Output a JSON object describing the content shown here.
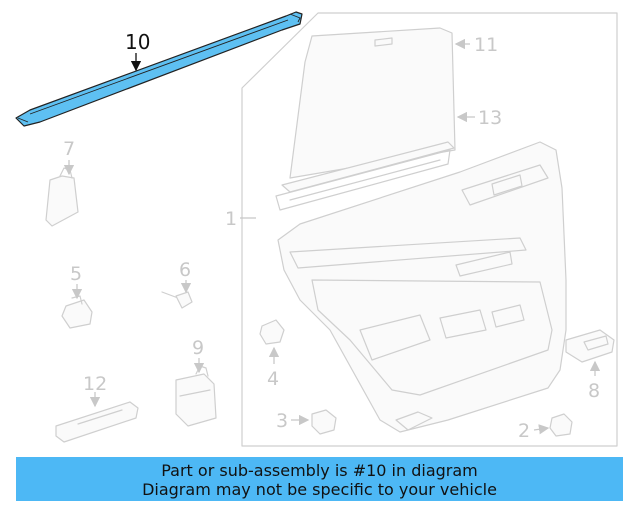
{
  "diagram": {
    "highlight_color": "#5ec0f2",
    "highlighted_part": "10",
    "callouts": {
      "c1": "1",
      "c2": "2",
      "c3": "3",
      "c4": "4",
      "c5": "5",
      "c6": "6",
      "c7": "7",
      "c8": "8",
      "c9": "9",
      "c10": "10",
      "c11": "11",
      "c12": "12",
      "c13": "13"
    }
  },
  "banner": {
    "line1": "Part or sub-assembly is #10 in diagram",
    "line2": "Diagram may not be specific to your vehicle",
    "background_color": "#4db8f5"
  }
}
